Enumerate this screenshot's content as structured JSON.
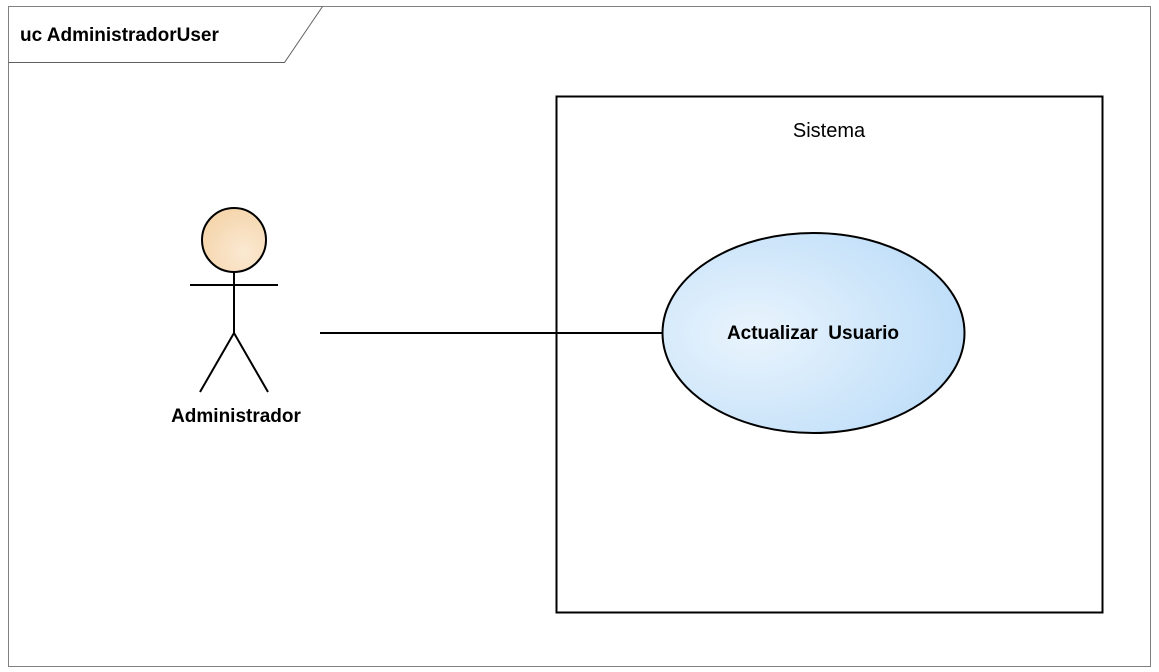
{
  "frame": {
    "title": "uc AdministradorUser"
  },
  "system_boundary": {
    "label": "Sistema"
  },
  "actor": {
    "label": "Administrador",
    "head_fill": "#f4d3a8",
    "head_fill_light": "#fbe9d2"
  },
  "use_case": {
    "label": "Actualizar  Usuario",
    "fill_light": "#e9f4fd",
    "fill_dark": "#b9dbf8"
  }
}
